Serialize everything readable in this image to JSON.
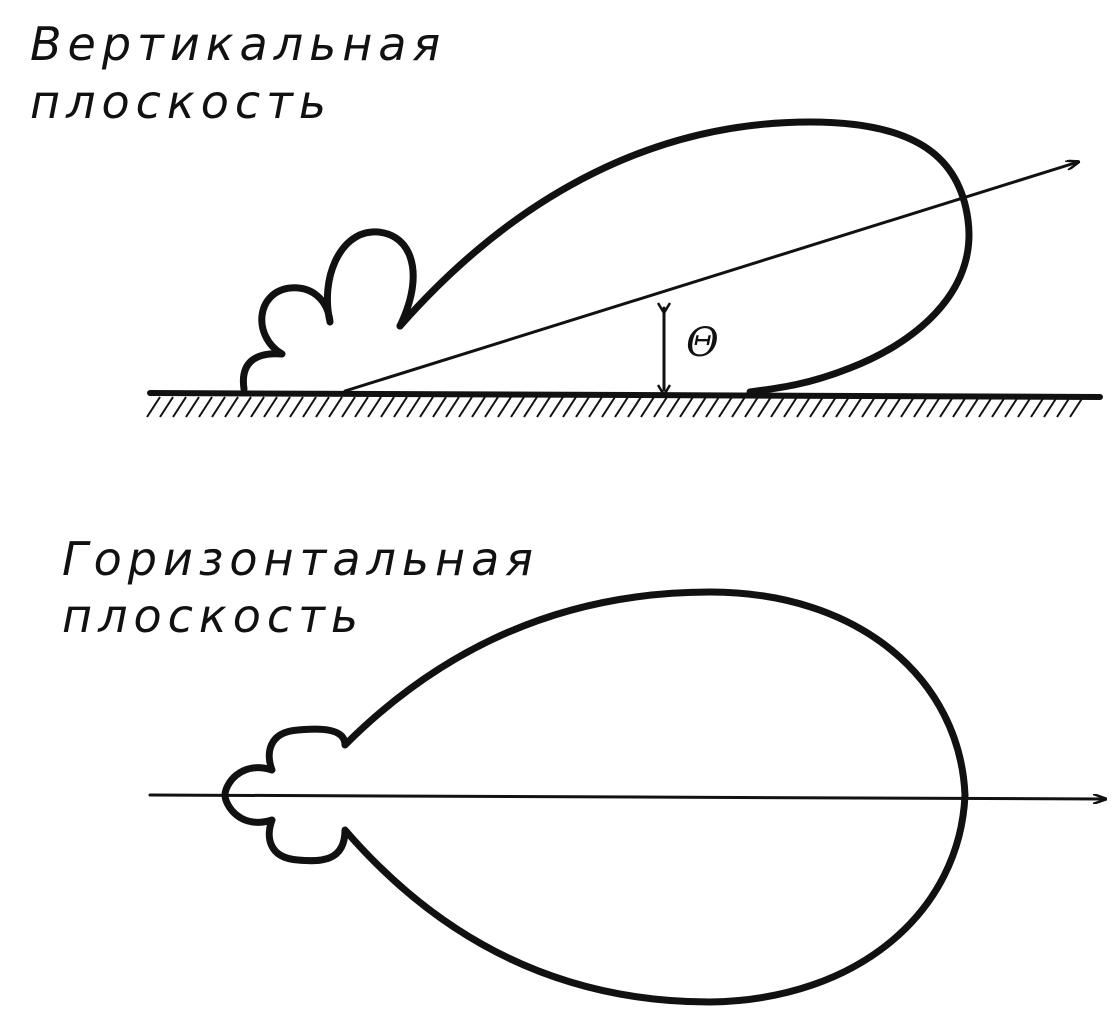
{
  "vertical_plane": {
    "caption_line1": "Вертикальная",
    "caption_line2": "плоскость",
    "angle_symbol": "Θ"
  },
  "horizontal_plane": {
    "caption_line1": "Горизонтальная",
    "caption_line2": "плоскость"
  },
  "colors": {
    "ink": "#111111",
    "background": "#ffffff"
  }
}
